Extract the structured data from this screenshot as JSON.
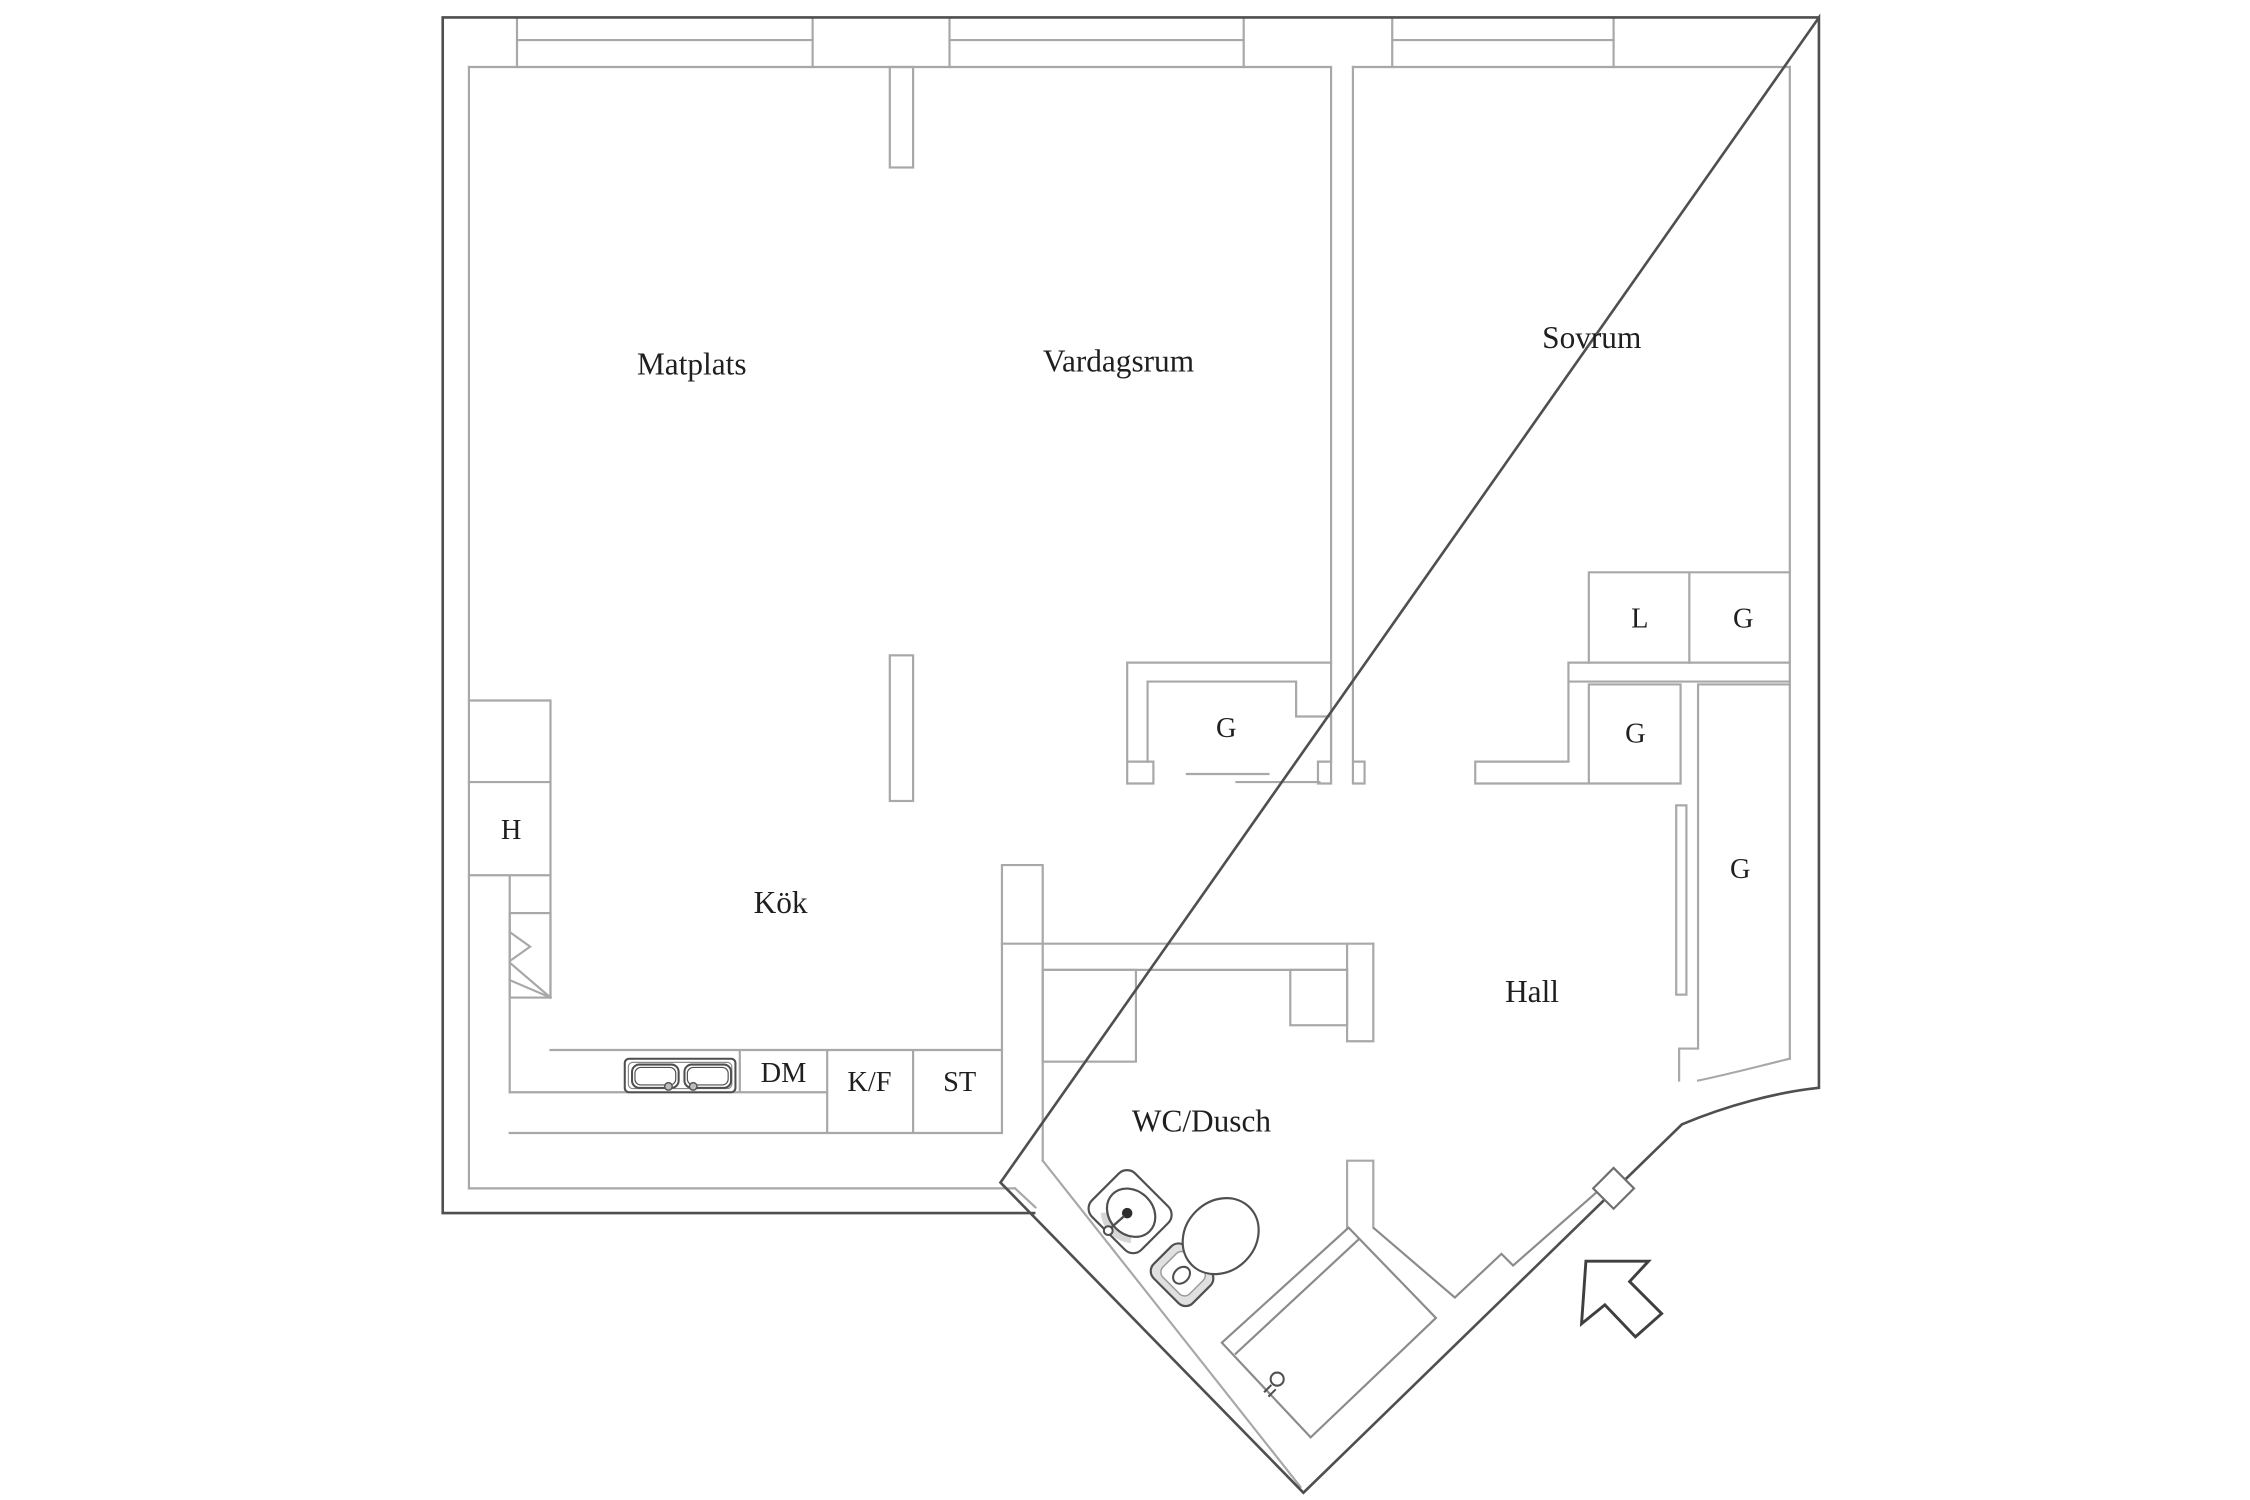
{
  "floor_plan": {
    "rooms": {
      "matplats": {
        "label": "Matplats"
      },
      "vardagsrum": {
        "label": "Vardagsrum"
      },
      "sovrum": {
        "label": "Sovrum"
      },
      "kok": {
        "label": "Kök"
      },
      "hall": {
        "label": "Hall"
      },
      "wc_dusch": {
        "label": "WC/Dusch"
      }
    },
    "closets": {
      "hatch_kitchen": {
        "label": "H"
      },
      "wardrobe_vardagsrum": {
        "label": "G"
      },
      "linen_sovrum": {
        "label": "L"
      },
      "wardrobe_sovrum": {
        "label": "G"
      },
      "wardrobe_hall_small": {
        "label": "G"
      },
      "wardrobe_hall_tall": {
        "label": "G"
      }
    },
    "kitchen_units": {
      "dishwasher": {
        "label": "DM"
      },
      "fridge_freezer": {
        "label": "K/F"
      },
      "cleaning": {
        "label": "ST"
      }
    },
    "icons": [
      "entrance-arrow-icon",
      "double-sink-icon",
      "hob-icon",
      "washbasin-icon",
      "toilet-icon",
      "shower-mixer-icon"
    ],
    "colors": {
      "wall_line": "#a8a8a8",
      "mid_line": "#8b8b8b",
      "dark_line": "#4f4f4f",
      "text": "#1f1f1f",
      "fixture_shade": "#e0e0e0"
    }
  }
}
